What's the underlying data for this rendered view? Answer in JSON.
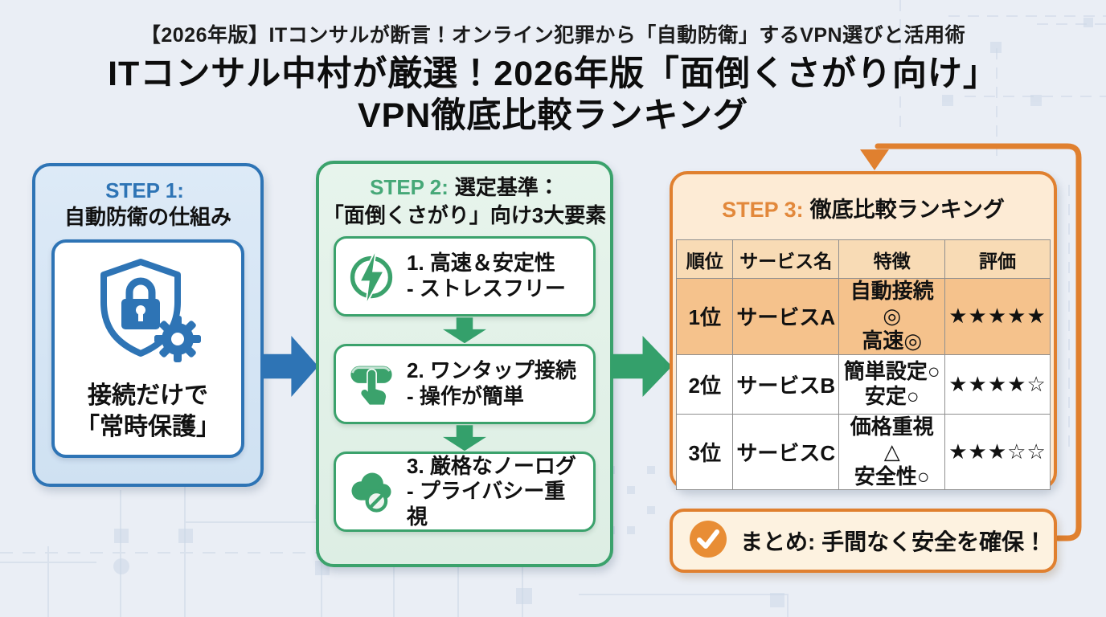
{
  "page": {
    "subtitle": "【2026年版】ITコンサルが断言！オンライン犯罪から「自動防衛」するVPN選びと活用術",
    "title_line1": "ITコンサル中村が厳選！2026年版「面倒くさがり向け」",
    "title_line2": "VPN徹底比較ランキング"
  },
  "step1": {
    "step_label": "STEP 1:",
    "title": "自動防衛の仕組み",
    "icon": "shield-lock-gear-icon",
    "caption_line1": "接続だけで",
    "caption_line2": "「常時保護」"
  },
  "step2": {
    "step_label": "STEP 2:",
    "title_inline": "選定基準：",
    "title_line2": "「面倒くさがり」向け3大要素",
    "items": [
      {
        "icon": "lightning-circle-icon",
        "title": "1. 高速＆安定性",
        "subtitle": "- ストレスフリー"
      },
      {
        "icon": "one-tap-icon",
        "title": "2. ワンタップ接続",
        "subtitle": "- 操作が簡単"
      },
      {
        "icon": "no-log-cloud-icon",
        "title": "3. 厳格なノーログ",
        "subtitle": "- プライバシー重視"
      }
    ]
  },
  "step3": {
    "step_label": "STEP 3:",
    "title": "徹底比較ランキング",
    "table": {
      "headers": [
        "順位",
        "サービス名",
        "特徴",
        "評価"
      ],
      "rows": [
        {
          "rank": "1位",
          "service": "サービスA",
          "feature_line1": "自動接続◎",
          "feature_line2": "高速◎",
          "rating": "★★★★★",
          "highlight": true
        },
        {
          "rank": "2位",
          "service": "サービスB",
          "feature_line1": "簡単設定○",
          "feature_line2": "安定○",
          "rating": "★★★★☆",
          "highlight": false
        },
        {
          "rank": "3位",
          "service": "サービスC",
          "feature_line1": "価格重視△",
          "feature_line2": "安全性○",
          "rating": "★★★☆☆",
          "highlight": false
        }
      ]
    }
  },
  "summary": {
    "icon": "check-circle-icon",
    "text": "まとめ: 手間なく安全を確保！"
  },
  "colors": {
    "blue": "#2e74b5",
    "blue_fill": "#d9e8f6",
    "green": "#3ba26c",
    "green_fill": "#e4f2e9",
    "orange": "#e0802f",
    "orange_fill": "#fdebd5",
    "table_header_fill": "#f8dbb5",
    "table_highlight_fill": "#f5c28c",
    "background": "#eaeef5"
  }
}
